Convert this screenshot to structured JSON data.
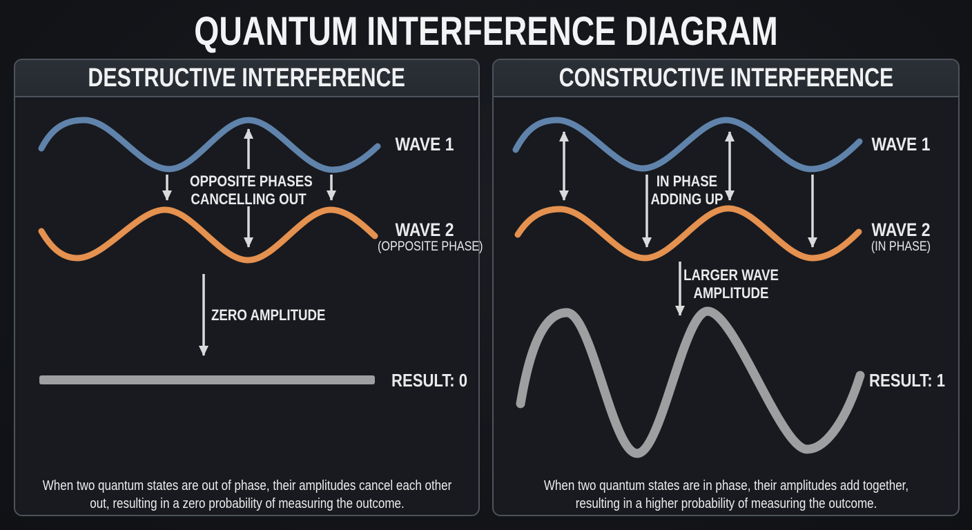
{
  "title": "QUANTUM INTERFERENCE DIAGRAM",
  "left_panel": {
    "header": "DESTRUCTIVE INTERFERENCE",
    "wave1_label": "WAVE 1",
    "wave2_label": "WAVE 2",
    "wave2_sublabel": "(OPPOSITE PHASE)",
    "phase_note_line1": "OPPOSITE PHASES",
    "phase_note_line2": "CANCELLING OUT",
    "amplitude_note": "ZERO AMPLITUDE",
    "result_label": "RESULT: 0",
    "caption": "When two quantum states are out of phase, their amplitudes cancel each other out, resulting in a zero probability of measuring the outcome."
  },
  "right_panel": {
    "header": "CONSTRUCTIVE INTERFERENCE",
    "wave1_label": "WAVE 1",
    "wave2_label": "WAVE 2",
    "wave2_sublabel": "(IN PHASE)",
    "phase_note_line1": "IN PHASE",
    "phase_note_line2": "ADDING UP",
    "amplitude_note_line1": "LARGER WAVE",
    "amplitude_note_line2": "AMPLITUDE",
    "result_label": "RESULT: 1",
    "caption": "When two quantum states are in phase, their amplitudes add together, resulting in a higher probability of measuring the outcome."
  },
  "colors": {
    "wave1": "#6083ab",
    "wave2": "#e5914f",
    "result": "#9d9fa1",
    "arrow": "#d9dadb"
  }
}
